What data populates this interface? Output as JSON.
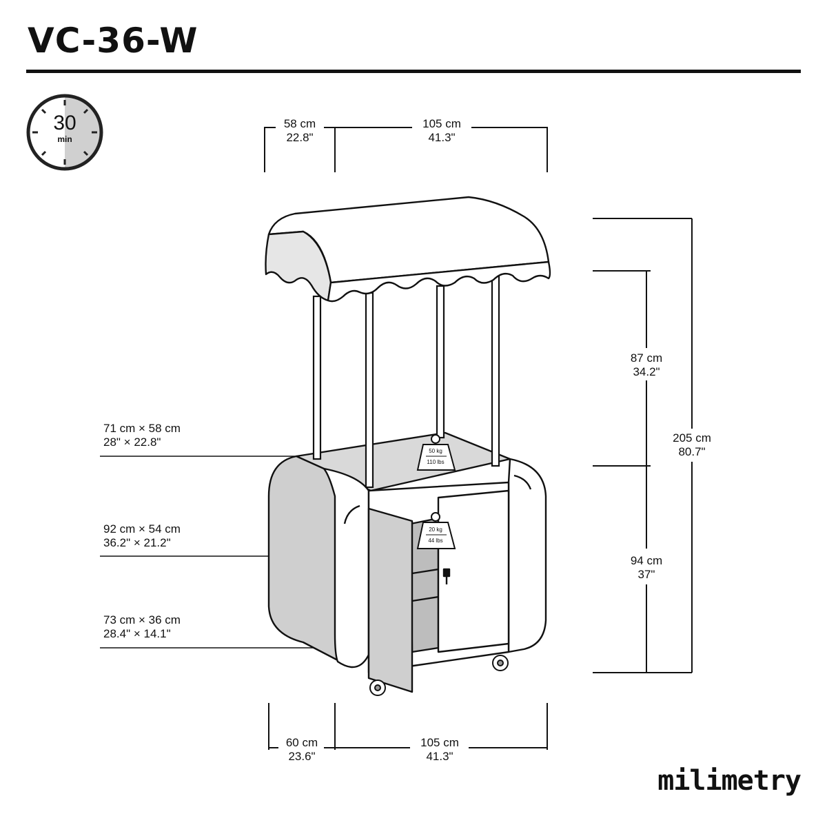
{
  "title": "VC-36-W",
  "brand": "milimetry",
  "timer": {
    "value": "30",
    "unit": "min"
  },
  "dimensions": {
    "top_depth": {
      "cm": "58 cm",
      "in": "22.8\""
    },
    "top_width": {
      "cm": "105 cm",
      "in": "41.3\""
    },
    "bottom_depth": {
      "cm": "60 cm",
      "in": "23.6\""
    },
    "bottom_width": {
      "cm": "105 cm",
      "in": "41.3\""
    },
    "canopy_height": {
      "cm": "87 cm",
      "in": "34.2\""
    },
    "cabinet_height": {
      "cm": "94 cm",
      "in": "37\""
    },
    "total_height": {
      "cm": "205 cm",
      "in": "80.7\""
    }
  },
  "surfaces": [
    {
      "cm": "71 cm × 58 cm",
      "in": "28\" × 22.8\""
    },
    {
      "cm": "92 cm × 54 cm",
      "in": "36.2\" × 21.2\""
    },
    {
      "cm": "73 cm × 36 cm",
      "in": "28.4\" × 14.1\""
    }
  ],
  "weights": [
    {
      "kg": "50 kg",
      "lbs": "110 lbs"
    },
    {
      "kg": "20 kg",
      "lbs": "44 lbs"
    }
  ]
}
